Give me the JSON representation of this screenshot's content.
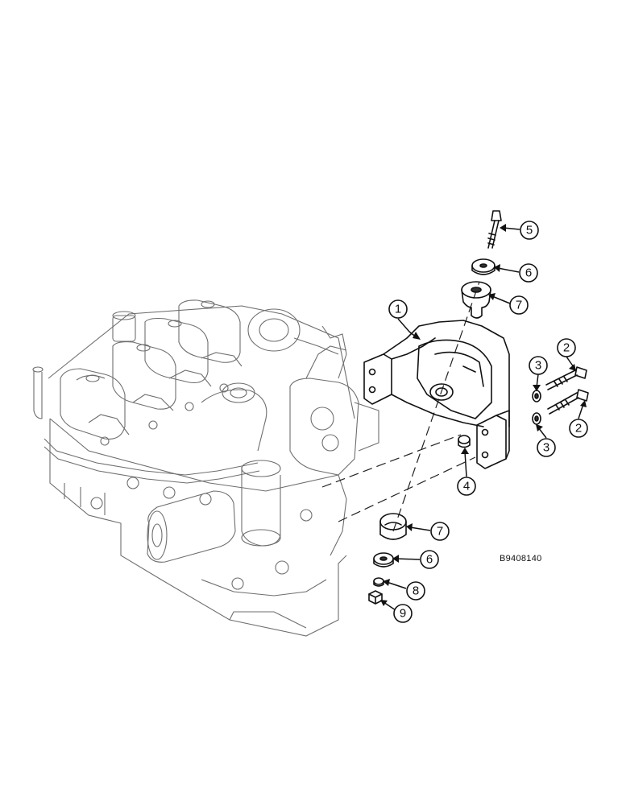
{
  "figure": {
    "reference_code": "B9408140",
    "callouts": [
      {
        "label": "1"
      },
      {
        "label": "2"
      },
      {
        "label": "2"
      },
      {
        "label": "3"
      },
      {
        "label": "3"
      },
      {
        "label": "4"
      },
      {
        "label": "5"
      },
      {
        "label": "6"
      },
      {
        "label": "6"
      },
      {
        "label": "7"
      },
      {
        "label": "7"
      },
      {
        "label": "8"
      },
      {
        "label": "9"
      }
    ]
  }
}
